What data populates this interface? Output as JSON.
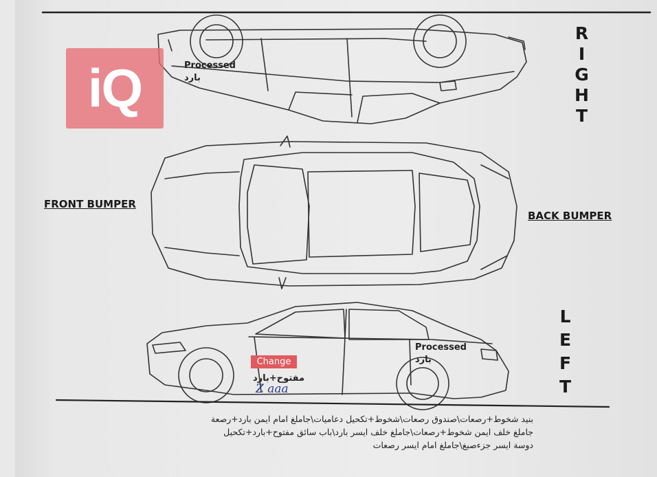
{
  "watermark": {
    "logo_text": "iQ",
    "color": "#e86e76"
  },
  "sides": {
    "right": [
      "R",
      "I",
      "G",
      "H",
      "T"
    ],
    "left": [
      "L",
      "E",
      "F",
      "T"
    ]
  },
  "bumpers": {
    "front": "FRONT BUMPER",
    "back": "BACK BUMPER"
  },
  "annotations": {
    "right_panel": {
      "status": "Processed",
      "arabic": "بارد"
    },
    "left_rear": {
      "status": "Processed",
      "arabic": "بارد"
    },
    "left_front_door": {
      "badge": "Change",
      "badge_color": "#e05a60",
      "arabic": "مفتوح+بارد",
      "signature": "Z aaa"
    }
  },
  "notes": [
    "بنيد شخوط+رصعات\\صندوق رصعات\\شخوط+تكحيل دعاميات\\جاملغ امام ايمن بارد+رصعة",
    "جاملغ خلف ايمن شخوط+رصعات\\جاملغ خلف ايسر بارد\\باب سائق مفتوح+بارد+تكحيل",
    "دوسة ايسر جزءصبغ\\جاملغ امام ايسر رصعات"
  ]
}
